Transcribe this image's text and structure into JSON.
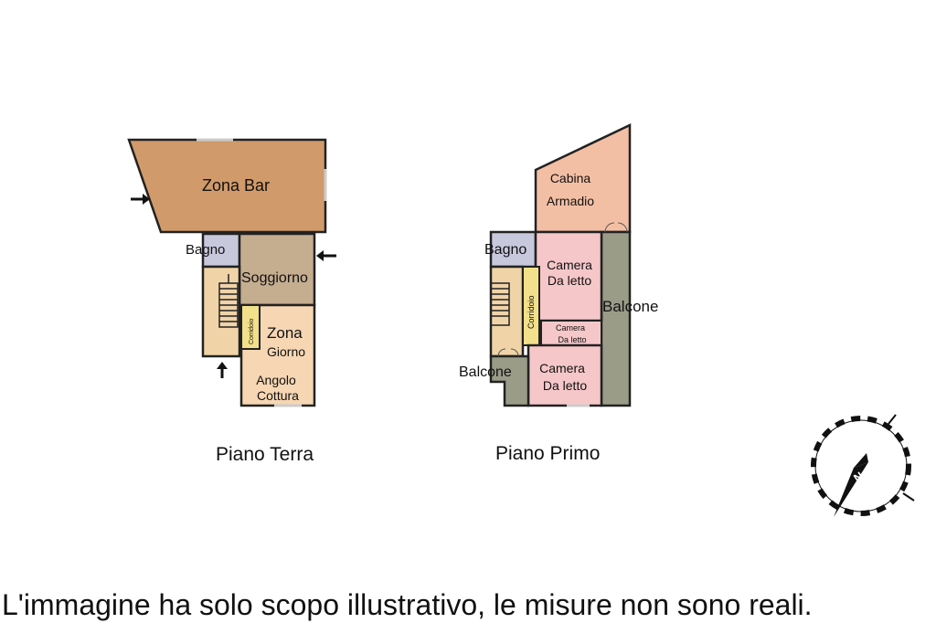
{
  "ground_floor": {
    "caption": "Piano Terra",
    "rooms": {
      "zona_bar": "Zona Bar",
      "bagno": "Bagno",
      "soggiorno": "Soggiorno",
      "corridoio": "Corridoio",
      "zona": "Zona",
      "giorno": "Giorno",
      "angolo": "Angolo",
      "cottura": "Cottura"
    }
  },
  "first_floor": {
    "caption": "Piano Primo",
    "rooms": {
      "cabina": "Cabina",
      "armadio": "Armadio",
      "bagno": "Bagno",
      "camera1_a": "Camera",
      "camera1_b": "Da letto",
      "corridoio": "Corridoio",
      "camera2_a": "Camera",
      "camera2_b": "Da letto",
      "camera3_a": "Camera",
      "camera3_b": "Da letto",
      "balcone_right": "Balcone",
      "balcone_left": "Balcone"
    }
  },
  "compass": {
    "north_letter": "N"
  },
  "disclaimer": "L'immagine ha solo scopo illustrativo, le misure non sono reali.",
  "colors": {
    "zona_bar": "#d19a6a",
    "bagno": "#c8c8dd",
    "soggiorno": "#c5ad90",
    "stairs_area": "#f0d4a8",
    "corridoio": "#f2e08a",
    "zona_giorno": "#f6d6b3",
    "cabina": "#f3bfa4",
    "camera": "#f6c7c9",
    "balcone": "#9a9c88",
    "wall": "#222222"
  }
}
